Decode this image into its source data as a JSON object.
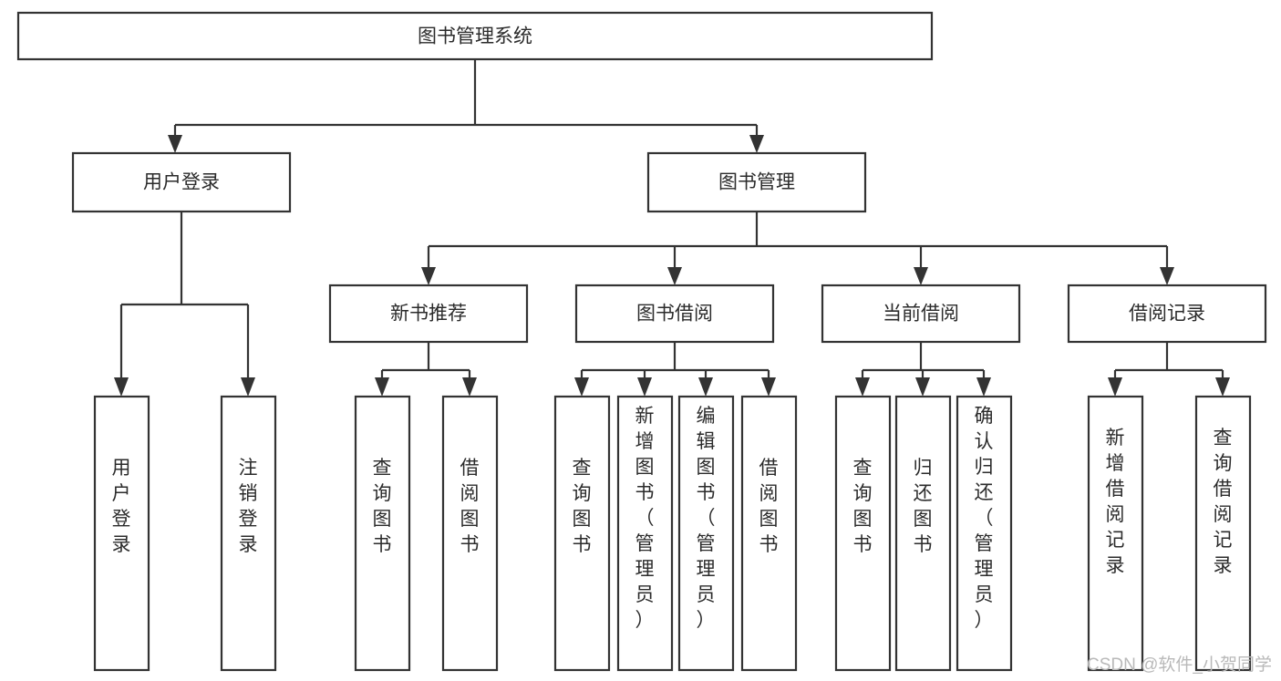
{
  "diagram": {
    "type": "tree-hierarchy-chart",
    "title": "图书管理系统",
    "watermark": "CSDN @软件_小贺同学",
    "colors": {
      "box_stroke": "#333333",
      "box_fill": "#ffffff",
      "text": "#2b2b2b",
      "connector": "#333333",
      "watermark": "#b9b9b9",
      "background": "#ffffff"
    },
    "levels": [
      {
        "level": 1,
        "nodes": [
          {
            "id": "root",
            "label": "图书管理系统",
            "orientation": "horizontal"
          }
        ]
      },
      {
        "level": 2,
        "nodes": [
          {
            "id": "login",
            "label": "用户登录",
            "orientation": "horizontal",
            "parent": "root"
          },
          {
            "id": "bookmgmt",
            "label": "图书管理",
            "orientation": "horizontal",
            "parent": "root"
          }
        ]
      },
      {
        "level": 3,
        "nodes": [
          {
            "id": "newbook",
            "label": "新书推荐",
            "orientation": "horizontal",
            "parent": "bookmgmt"
          },
          {
            "id": "borrow",
            "label": "图书借阅",
            "orientation": "horizontal",
            "parent": "bookmgmt"
          },
          {
            "id": "current",
            "label": "当前借阅",
            "orientation": "horizontal",
            "parent": "bookmgmt"
          },
          {
            "id": "records",
            "label": "借阅记录",
            "orientation": "horizontal",
            "parent": "bookmgmt"
          }
        ]
      },
      {
        "level": 4,
        "nodes": [
          {
            "id": "leaf-1",
            "label": "用户登录",
            "orientation": "vertical",
            "parent": "login"
          },
          {
            "id": "leaf-2",
            "label": "注销登录",
            "orientation": "vertical",
            "parent": "login"
          },
          {
            "id": "leaf-3",
            "label": "查询图书",
            "orientation": "vertical",
            "parent": "newbook"
          },
          {
            "id": "leaf-4",
            "label": "借阅图书",
            "orientation": "vertical",
            "parent": "newbook"
          },
          {
            "id": "leaf-5",
            "label": "查询图书",
            "orientation": "vertical",
            "parent": "borrow"
          },
          {
            "id": "leaf-6",
            "label": "新增图书（管理员）",
            "orientation": "vertical",
            "parent": "borrow"
          },
          {
            "id": "leaf-7",
            "label": "编辑图书（管理员）",
            "orientation": "vertical",
            "parent": "borrow"
          },
          {
            "id": "leaf-8",
            "label": "借阅图书",
            "orientation": "vertical",
            "parent": "borrow"
          },
          {
            "id": "leaf-9",
            "label": "查询图书",
            "orientation": "vertical",
            "parent": "current"
          },
          {
            "id": "leaf-10",
            "label": "归还图书",
            "orientation": "vertical",
            "parent": "current"
          },
          {
            "id": "leaf-11",
            "label": "确认归还（管理员）",
            "orientation": "vertical",
            "parent": "current"
          },
          {
            "id": "leaf-12",
            "label": "新增借阅记录",
            "orientation": "vertical",
            "parent": "records"
          },
          {
            "id": "leaf-13",
            "label": "查询借阅记录",
            "orientation": "vertical",
            "parent": "records"
          }
        ]
      }
    ]
  }
}
